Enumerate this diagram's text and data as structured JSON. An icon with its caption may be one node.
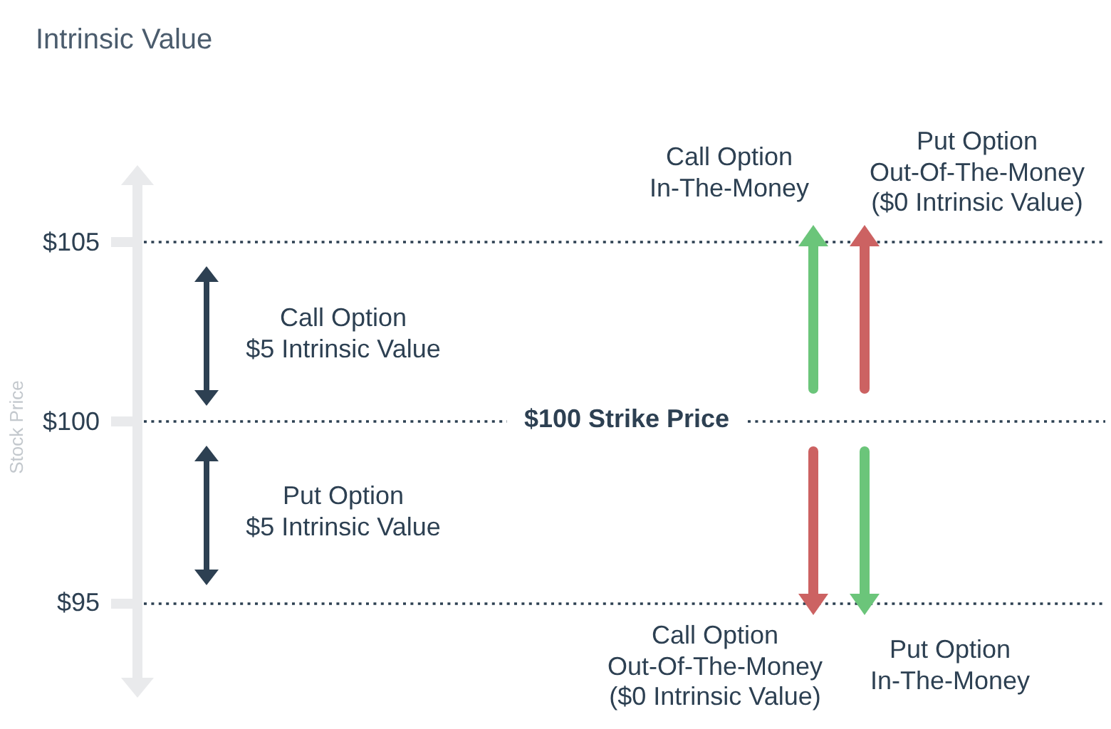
{
  "diagram": {
    "title": "Intrinsic Value",
    "nodes": [
      {
        "text": [
          "Call Option In-The-Money"
        ]
      },
      {
        "text": [
          "Put Option Out-Of-The-Money ($0 Intrinsic Value)"
        ]
      },
      {
        "text": [
          "Call Option Out-Of-The-Money ($0 Intrinsic Value)"
        ]
      },
      {
        "text": [
          "Put Option In-The-Money"
        ]
      }
    ],
    "edges": [
      {
        "from": null,
        "to": 0,
        "arrow": "to",
        "color": "#6bc57a"
      },
      {
        "from": null,
        "to": 1,
        "arrow": "to",
        "color": "#cc6262"
      },
      {
        "from": null,
        "to": 2,
        "arrow": "to",
        "color": "#cc6262"
      },
      {
        "from": null,
        "to": 3,
        "arrow": "to",
        "color": "#6bc57a"
      }
    ],
    "labels": [
      "$105",
      "Call Option $5 Intrinsic Value",
      "$100",
      "$100 Strike Price",
      "Stock Price",
      "Put Option $5 Intrinsic Value",
      "$95"
    ]
  }
}
